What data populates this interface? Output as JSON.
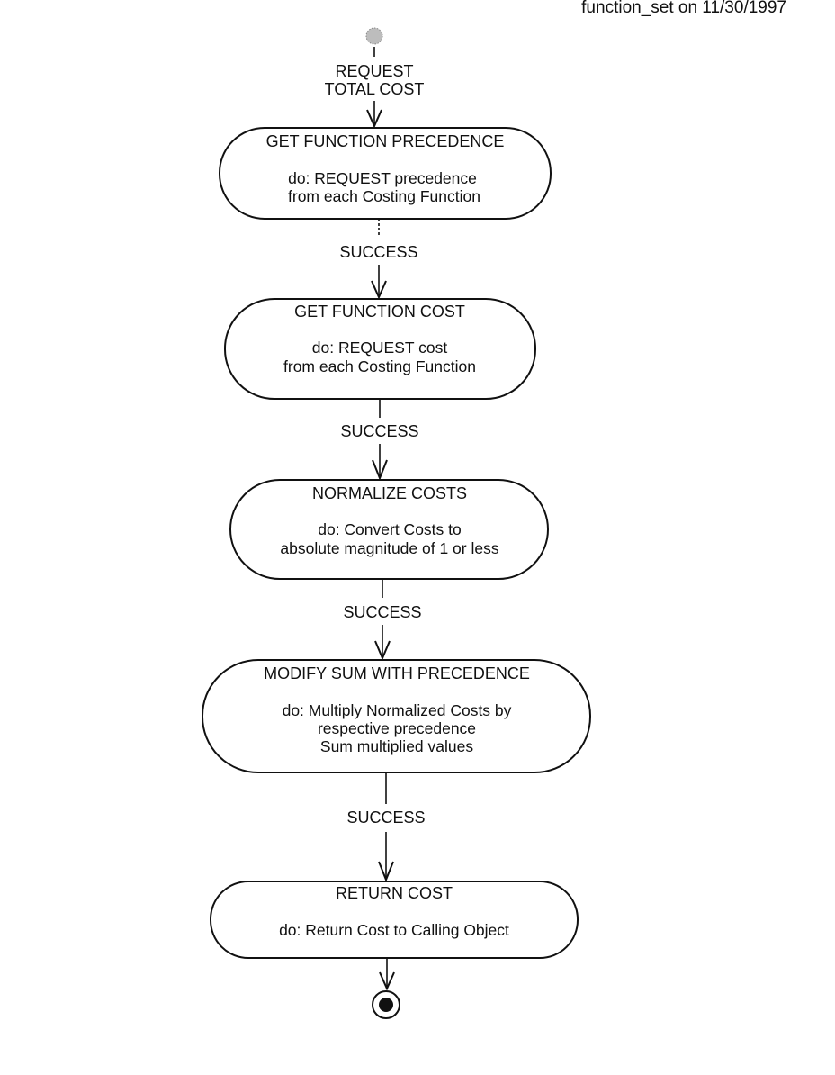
{
  "header": {
    "text": "function_set on 11/30/1997"
  },
  "diagram": {
    "initial_trigger": [
      "REQUEST",
      "TOTAL COST"
    ],
    "states": [
      {
        "title": "GET FUNCTION PRECEDENCE",
        "body": [
          "do: REQUEST precedence",
          "from each Costing Function"
        ]
      },
      {
        "title": "GET FUNCTION COST",
        "body": [
          "do: REQUEST cost",
          "from each Costing Function"
        ]
      },
      {
        "title": "NORMALIZE COSTS",
        "body": [
          "do: Convert Costs to",
          "absolute magnitude of 1 or less"
        ]
      },
      {
        "title": "MODIFY SUM WITH PRECEDENCE",
        "body": [
          "do: Multiply Normalized Costs by",
          "respective precedence",
          "Sum multiplied values"
        ]
      },
      {
        "title": "RETURN COST",
        "body": [
          "do: Return Cost to Calling Object"
        ]
      }
    ],
    "transitions": [
      {
        "label": "SUCCESS"
      },
      {
        "label": "SUCCESS"
      },
      {
        "label": "SUCCESS"
      },
      {
        "label": "SUCCESS"
      }
    ]
  }
}
